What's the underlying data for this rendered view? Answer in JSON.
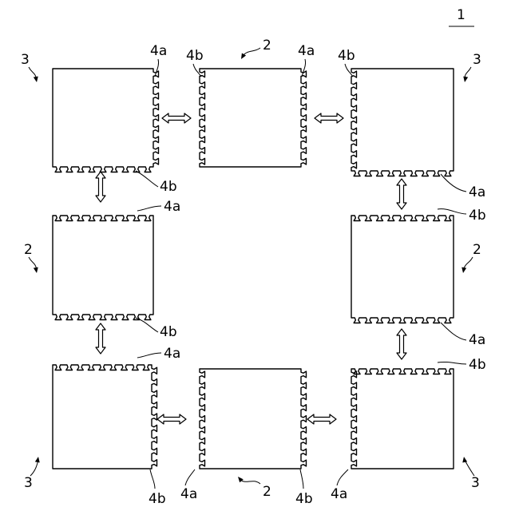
{
  "figure": {
    "number": "1",
    "labels": {
      "corner_tile": "3",
      "edge_tile": "2",
      "joint_a": "4a",
      "joint_b": "4b"
    }
  }
}
